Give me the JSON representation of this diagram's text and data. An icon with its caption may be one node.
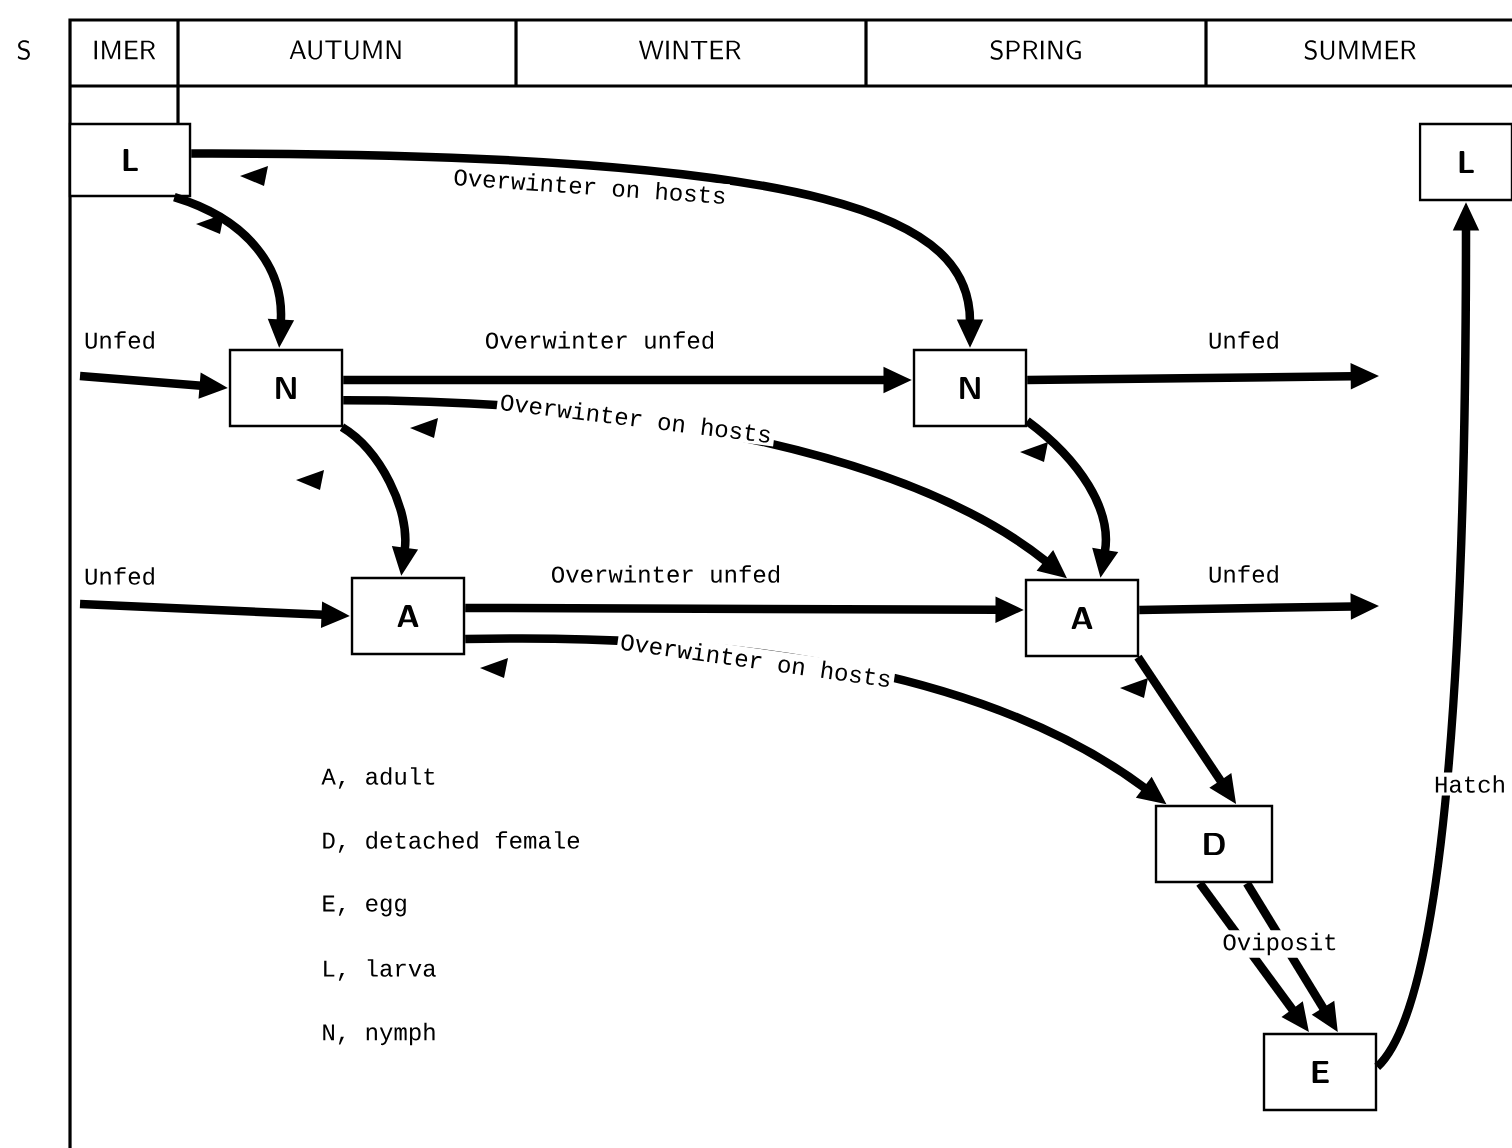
{
  "diagram": {
    "nodes": [
      {
        "text": [
          "L"
        ]
      },
      {
        "text": [
          "N"
        ]
      },
      {
        "text": [
          "A"
        ]
      },
      {
        "text": [
          "N"
        ]
      },
      {
        "text": [
          "A"
        ]
      },
      {
        "text": [
          "D"
        ]
      },
      {
        "text": [
          "E"
        ]
      },
      {
        "text": [
          "L"
        ]
      }
    ],
    "edges": [
      {
        "from": 0,
        "to": 3,
        "arrow": "to",
        "label": "Overwinter on hosts"
      },
      {
        "from": 0,
        "to": 1,
        "arrow": "to"
      },
      {
        "from": null,
        "to": 1,
        "arrow": "to",
        "label": "Unfed"
      },
      {
        "from": 1,
        "to": 3,
        "arrow": "to",
        "label": "Overwinter unfed"
      },
      {
        "from": 1,
        "to": 4,
        "arrow": "to",
        "label": "Overwinter on hosts"
      },
      {
        "from": 1,
        "to": 2,
        "arrow": "to"
      },
      {
        "from": null,
        "to": 2,
        "arrow": "to",
        "label": "Unfed"
      },
      {
        "from": 2,
        "to": 4,
        "arrow": "to",
        "label": "Overwinter unfed"
      },
      {
        "from": 2,
        "to": 5,
        "arrow": "to",
        "label": "Overwinter on hosts"
      },
      {
        "from": 3,
        "to": null,
        "arrow": "to",
        "label": "Unfed"
      },
      {
        "from": 3,
        "to": 4,
        "arrow": "to"
      },
      {
        "from": 4,
        "to": null,
        "arrow": "to",
        "label": "Unfed"
      },
      {
        "from": 4,
        "to": 5,
        "arrow": "to"
      },
      {
        "from": 5,
        "to": 6,
        "arrow": "to",
        "label": "Oviposit"
      },
      {
        "from": 5,
        "to": 6,
        "arrow": "to"
      },
      {
        "from": 6,
        "to": 7,
        "arrow": "to",
        "label": "Hatch"
      }
    ],
    "labels": [
      "S",
      "IMER",
      "AUTUMN",
      "WINTER",
      "SPRING",
      "SUMMER",
      "A,  adult",
      "D,  detached female",
      "E,  egg",
      "L,  larva",
      "N,  nymph"
    ]
  }
}
